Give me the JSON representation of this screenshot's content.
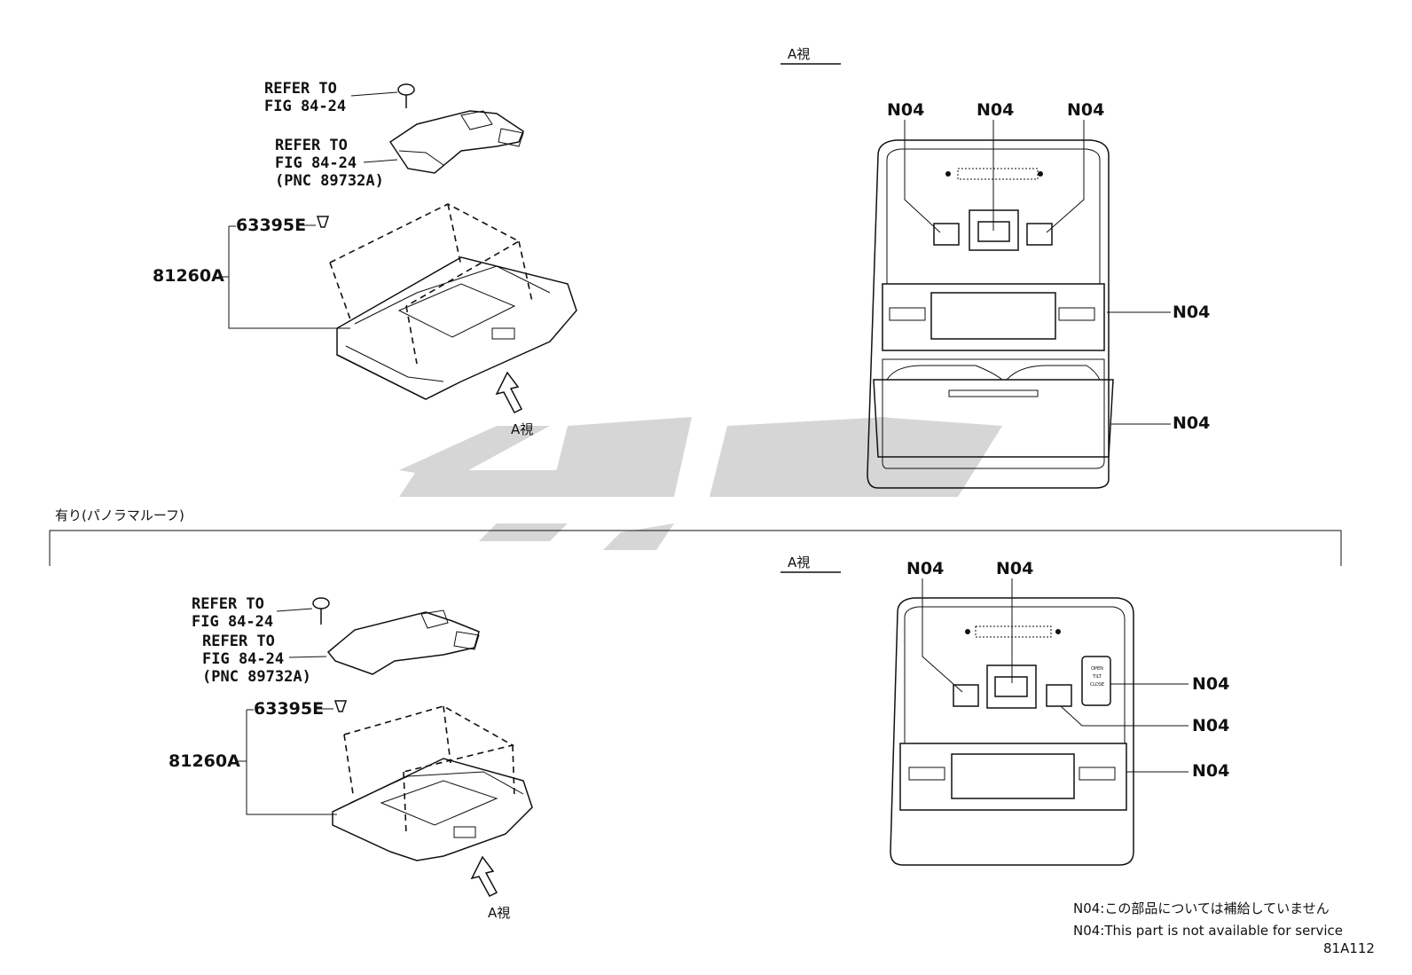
{
  "watermark": {
    "color": "#c8c8c8"
  },
  "top": {
    "view_label": "A視",
    "view_arrow_label": "A視",
    "refer1_line1": "REFER TO",
    "refer1_line2": "FIG 84-24",
    "refer2_line1": "REFER TO",
    "refer2_line2": "FIG 84-24",
    "refer2_line3": "(PNC 89732A)",
    "part_63395e": "63395E",
    "part_81260a": "81260A",
    "callouts": [
      "N04",
      "N04",
      "N04",
      "N04",
      "N04"
    ]
  },
  "section_label": "有り(パノラマルーフ)",
  "bottom": {
    "view_label": "A視",
    "view_arrow_label": "A視",
    "refer1_line1": "REFER TO",
    "refer1_line2": "FIG 84-24",
    "refer2_line1": "REFER TO",
    "refer2_line2": "FIG 84-24",
    "refer2_line3": "(PNC 89732A)",
    "part_63395e": "63395E",
    "part_81260a": "81260A",
    "callouts": [
      "N04",
      "N04",
      "N04",
      "N04",
      "N04"
    ],
    "switch_text": [
      "OPEN",
      "TILT",
      "CLOSE"
    ]
  },
  "notes": {
    "jp": "N04:この部品については補給していません",
    "en": "N04:This part is not available for service"
  },
  "figure_id": "81A112"
}
